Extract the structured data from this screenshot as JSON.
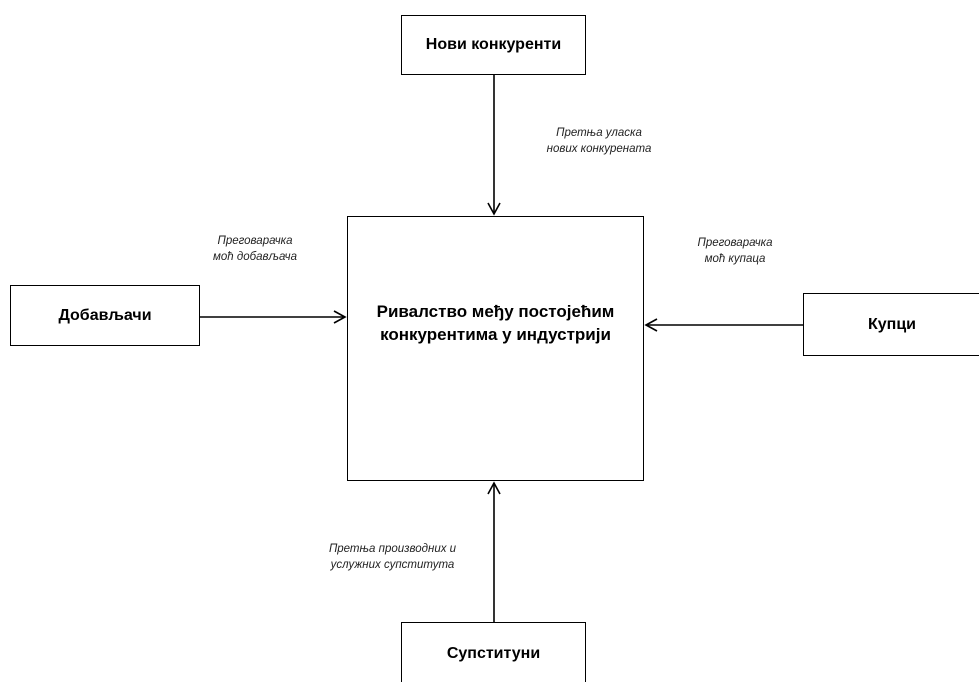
{
  "diagram": {
    "center": {
      "line1": "Ривалство међу постојећим",
      "line2": "конкурентима у индустрији"
    },
    "boxes": {
      "top": "Нови конкуренти",
      "left": "Добављачи",
      "right": "Купци",
      "bottom": "Супституни"
    },
    "labels": {
      "top_line1": "Претња уласка",
      "top_line2": "нових конкурената",
      "left_line1": "Преговарачка",
      "left_line2": "моћ добављача",
      "right_line1": "Преговарачка",
      "right_line2": "моћ купаца",
      "bottom_line1": "Претња производних и",
      "bottom_line2": "услужних супститута"
    }
  }
}
